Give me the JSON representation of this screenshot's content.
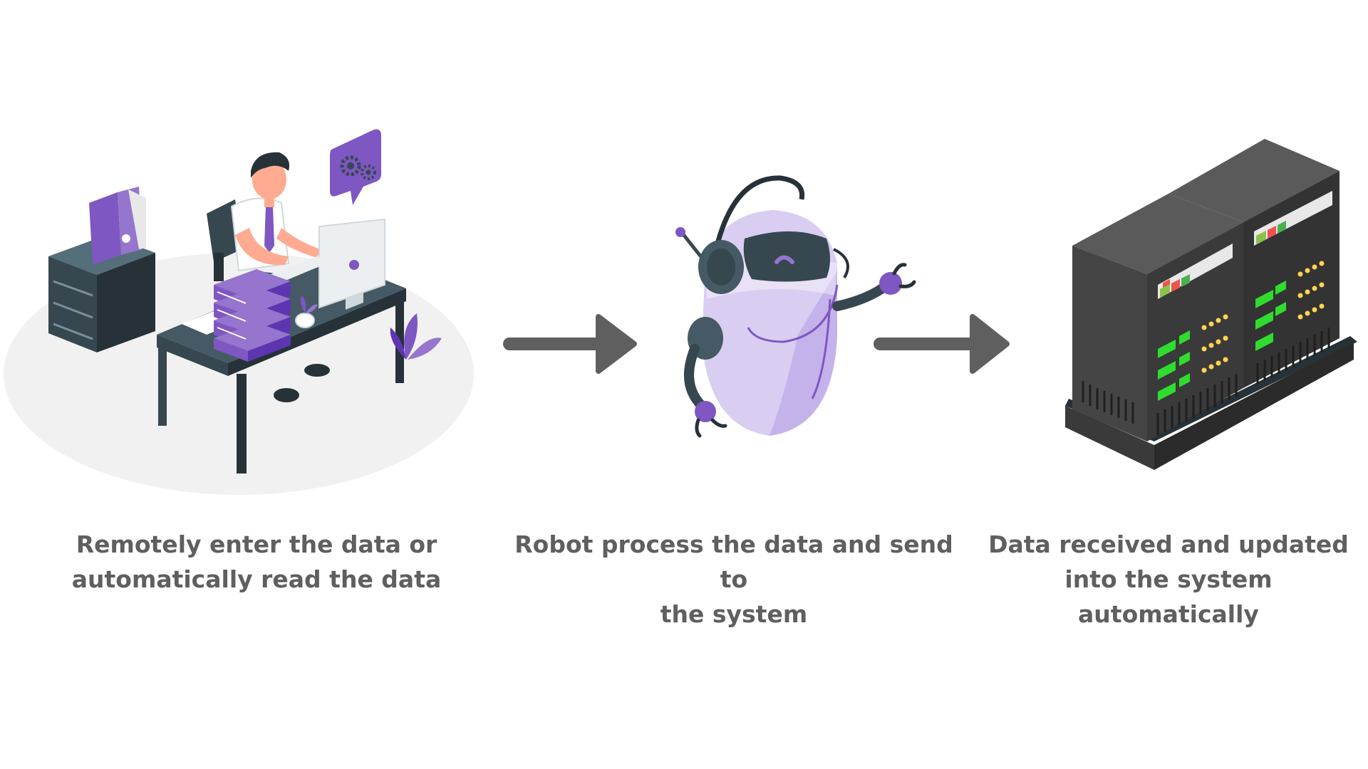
{
  "steps": [
    {
      "id": "person-at-desk",
      "caption": "Remotely enter the data or\nautomatically read the data",
      "icon": "person-at-computer-icon"
    },
    {
      "id": "robot",
      "caption": "Robot process the data and send to\nthe system",
      "icon": "robot-with-headset-icon"
    },
    {
      "id": "server",
      "caption": "Data received and updated\ninto the system automatically",
      "icon": "server-rack-icon"
    }
  ],
  "colors": {
    "purple": "#7e57c2",
    "purple_light": "#d9cdf2",
    "dark": "#37474f",
    "arrow": "#5f5f5f",
    "caption": "#5f5f5f",
    "server_green": "#2fdc2f",
    "server_yellow": "#ffd54f"
  }
}
